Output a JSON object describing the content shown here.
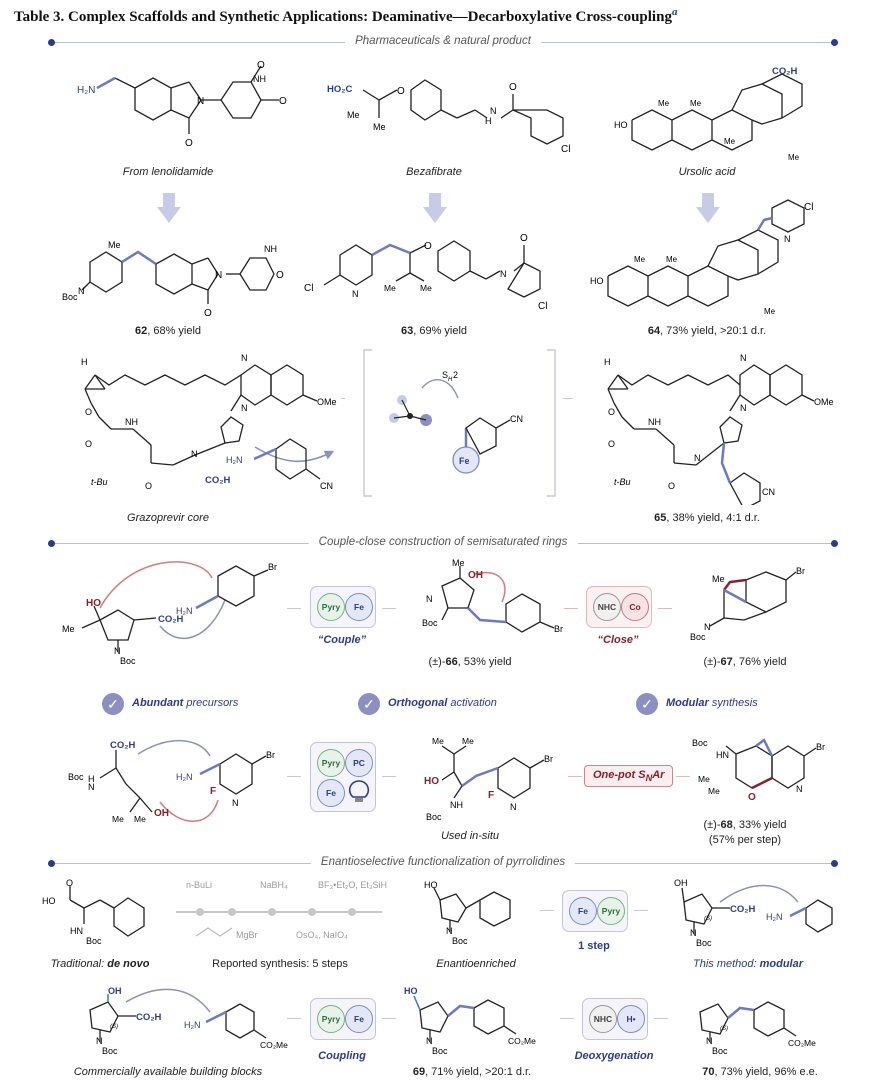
{
  "title": {
    "text": "Table 3. Complex Scaffolds and Synthetic Applications: Deaminative—Decarboxylative Cross-coupling",
    "footnote": "a"
  },
  "sections": {
    "s1": "Pharmaceuticals & natural product",
    "s2": "Couple-close construction of semisaturated rings",
    "s3": "Enantioselective functionalization of pyrrolidines"
  },
  "row1": {
    "c1": "From lenolidamide",
    "c2": "Bezafibrate",
    "c3": "Ursolic acid",
    "p62": {
      "num": "62",
      "yield": ", 68% yield"
    },
    "p63": {
      "num": "63",
      "yield": ", 69% yield"
    },
    "p64": {
      "num": "64",
      "yield": ", 73% yield, >20:1 d.r."
    }
  },
  "row2": {
    "core": "Grazoprevir core",
    "p65": {
      "num": "65",
      "yield": ", 38% yield, 4:1 d.r."
    }
  },
  "couple": {
    "chips1": [
      "Pyry",
      "Fe"
    ],
    "label1": "“Couple”",
    "p66": {
      "pre": "(±)-",
      "num": "66",
      "yield": ", 53% yield"
    },
    "chips2": [
      "NHC",
      "Co"
    ],
    "label2": "“Close”",
    "p67": {
      "pre": "(±)-",
      "num": "67",
      "yield": ", 76% yield"
    }
  },
  "checks": [
    {
      "bold": "Abundant",
      "rest": " precursors"
    },
    {
      "bold": "Orthogonal",
      "rest": " activation"
    },
    {
      "bold": "Modular",
      "rest": " synthesis"
    }
  ],
  "snar": {
    "chips": [
      "Pyry",
      "PC",
      "Fe"
    ],
    "insitu": "Used in-situ",
    "onepot": "One-pot S",
    "onepot_sub": "N",
    "onepot_end": "Ar",
    "p68": {
      "pre": "(±)-",
      "num": "68",
      "yield": ", 33% yield",
      "note": "(57% per step)"
    }
  },
  "enantio": {
    "traditional_pre": "Traditional: ",
    "traditional_b": "de novo",
    "reported": "Reported synthesis: 5 steps",
    "steps_top": [
      "n-BuLi",
      "NaBH₄",
      "BF₃•Et₂O, Et₃SiH"
    ],
    "steps_bottom": [
      "MgBr",
      "OsO₄, NaIO₄"
    ],
    "enriched": "Enantioenriched",
    "onestep": "1 step",
    "chips": [
      "Fe",
      "Pyry"
    ],
    "method_pre": "This method: ",
    "method_b": "modular",
    "commercial": "Commercially available building blocks",
    "coupling": "Coupling",
    "chips2": [
      "Pyry",
      "Fe"
    ],
    "p69": {
      "num": "69",
      "yield": ", 71% yield, >20:1 d.r."
    },
    "deoxy": "Deoxygenation",
    "chips3": [
      "NHC",
      "H•"
    ],
    "p70": {
      "num": "70",
      "yield": ", 73% yield, 96% e.e."
    }
  },
  "colors": {
    "accent": "#2b3b8f",
    "red": "#8b1e2b",
    "lavender": "#8d8fc2"
  }
}
